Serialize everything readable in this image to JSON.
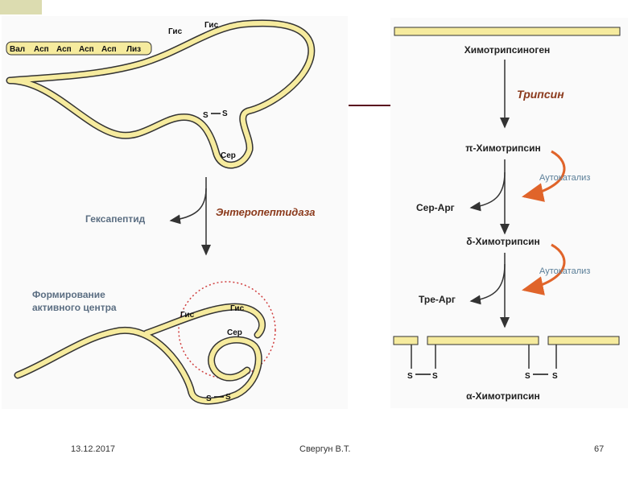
{
  "slide": {
    "footer_date": "13.12.2017",
    "footer_author": "Свергун В.Т.",
    "footer_page": "67",
    "colors": {
      "chain_fill": "#f6eb9e",
      "chain_stroke": "#333333",
      "enzyme_text": "#8b3a1c",
      "side_label": "#5b6e82",
      "autocat_text": "#5a7e98",
      "autocat_arrow": "#e0642a",
      "circle": "#d04040",
      "divider": "#5a0a1e"
    }
  },
  "left": {
    "residues_n_term": [
      "Вал",
      "Асп",
      "Асп",
      "Асп",
      "Асп",
      "Лиз"
    ],
    "his1": "Гис",
    "his2": "Гис",
    "ss_label": "S – S",
    "s": "S",
    "ser": "Сер",
    "enzyme": "Энтеропептидаза",
    "released": "Гексапептид",
    "active_center_line1": "Формирование",
    "active_center_line2": "активного центра"
  },
  "right": {
    "zymogen": "Химотрипсиноген",
    "enzyme": "Трипсин",
    "pi": "π-Химотрипсин",
    "autocatalysis": "Аутокатализ",
    "released1": "Сер-Арг",
    "delta": "δ-Химотрипсин",
    "released2": "Тре-Арг",
    "alpha": "α-Химотрипсин",
    "s": "S"
  }
}
